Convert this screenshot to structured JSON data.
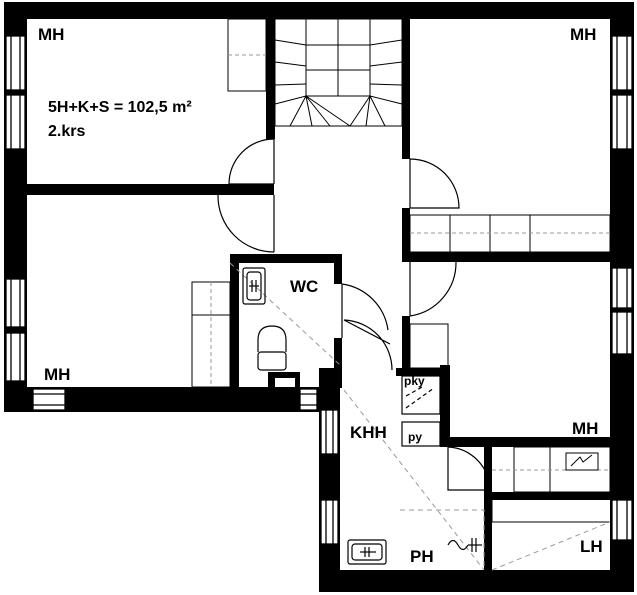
{
  "plan": {
    "area_summary": "5H+K+S = 102,5 m²",
    "floor": "2.krs",
    "rooms": {
      "mh_top_left": "MH",
      "mh_top_right": "MH",
      "mh_bottom_left": "MH",
      "mh_mid_right": "MH",
      "wc": "WC",
      "khh": "KHH",
      "ph": "PH",
      "lh": "LH"
    },
    "fixtures": {
      "pky": "pky",
      "py": "py"
    }
  },
  "colors": {
    "wall": "#000000",
    "background": "#ffffff",
    "furniture_line": "#000000",
    "dashed_line": "#999999"
  },
  "icons": [
    "window-icon",
    "door-swing-icon",
    "staircase-icon",
    "sink-icon",
    "toilet-icon",
    "wardrobe-icon",
    "shower-icon"
  ]
}
